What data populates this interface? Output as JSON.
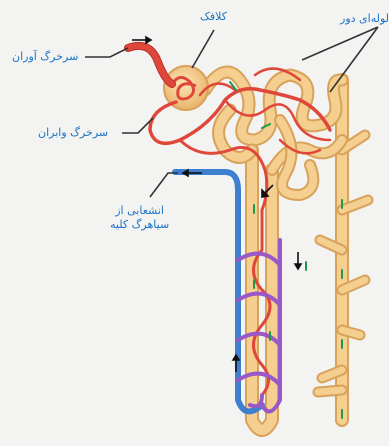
{
  "labels": {
    "glomerulus": "کلافک",
    "tubule": "لوله‌ای دور",
    "afferent_artery": "سرخرگ آوران",
    "efferent_artery": "سرخرگ وابران",
    "renal_vein_line1": "انشعابی از",
    "renal_vein_line2": "سیاهرگ کلیه"
  },
  "colors": {
    "background": "#f3f3f1",
    "label_text": "#1a73c8",
    "tubule": "#f4cf8f",
    "tubule_outline": "#d8a25a",
    "artery": "#e0473b",
    "vein": "#3e7fd0",
    "capillary_mix": "#9a57c8",
    "flow_arrow": "#1f9a4a",
    "pointer_line": "#333333"
  },
  "icons": {
    "flow_arrows": "green-arrow-icon",
    "blood_flow_arrows": "black-arrow-icon"
  }
}
